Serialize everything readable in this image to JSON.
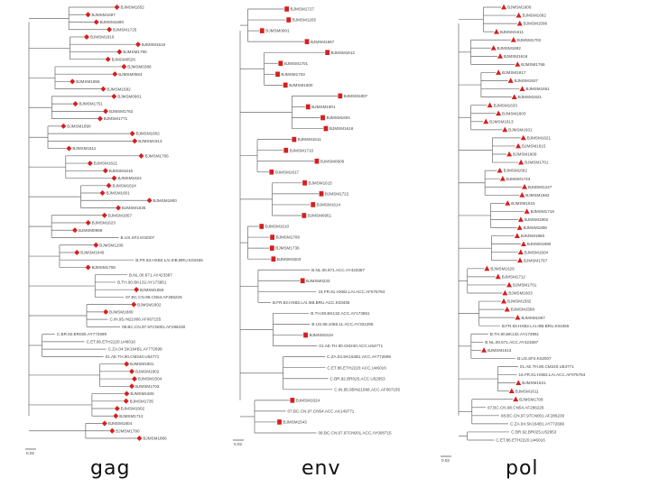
{
  "colors": {
    "branch": "#6a6a6a",
    "marker": "#d61f1f",
    "label": "#444444"
  },
  "marker_shapes": {
    "gag": "diamond",
    "env": "square",
    "pol": "triangle"
  },
  "panels": [
    {
      "id": "gag",
      "title": "gag",
      "scale_label": "0.02",
      "labels": [
        "BJMSM1652",
        "BJMSM1597",
        "BJMSM1690",
        "BJMSM1725",
        "BJMSM1810",
        "BJMSM1615",
        "BJMSM1790",
        "BJMSM0526",
        "BJMSM0386",
        "BJMSM0554",
        "BJMSM1856",
        "BJMSM1582",
        "BJMSM0901",
        "BJMSM1751",
        "BJMSM1762",
        "BJMSM1771",
        "BJMSM1890",
        "BJMSM1602",
        "BJMSM1613",
        "BJMSM1611",
        "BJMSM1766",
        "BJMSM1621",
        "BJMSM1616",
        "BJMSM1622",
        "BJMSM1624",
        "BJMSM1601",
        "BJMSM1900",
        "BJMSM1836",
        "BJMSM1857",
        "BJMSM1623",
        "BJMSM0996",
        "B.US.SF2.K02007",
        "BJMSM1206",
        "BJMSM1646",
        "B.FR.83.HXB2.LAI.IIIB.BRU.K03455",
        "BJMSM1708",
        "B.NL.00.671.AY423387",
        "B.TH.90.BK132.AY173951",
        "BJMSM1656",
        "07.BC.CN.98.CN54.AF286226",
        "BJMSM1802",
        "BJMSM1880",
        "C.IN.95.IN21068.AF067155",
        "08.BC.CN.97.97CN001.AF286230",
        "C.BR.92.BR025.AY772699",
        "C.ET.86.ETH2220.U46016",
        "C.ZA.04.SK164B1.AY772699",
        "01.AE.TH.90.CM240.U54771",
        "BJMSM1801",
        "BJMSM1802",
        "BJMSM1504",
        "BJMSM1703",
        "BJMSM1605",
        "BJMSM1735",
        "BJMSM1802",
        "BJMSM1712",
        "BJMSM1804",
        "BJMSM1790",
        "BJMSM1886"
      ]
    },
    {
      "id": "env",
      "title": "env",
      "scale_label": "0.02",
      "labels": [
        "BJMSM1727",
        "BJMSM1205",
        "BJMSM0901",
        "BJMSM1667",
        "BJMSM1612",
        "BJMSM1701",
        "BJMSM1703",
        "BJMSM1600",
        "BJMSM1807",
        "BJMSM1801",
        "BJMSM1604",
        "BJMSM1618",
        "BJMSM1611",
        "BJMSM1710",
        "BJMSM0906",
        "BJMSM1617",
        "BJMSM1615",
        "BJMSM1722",
        "BJMSM1614",
        "BJMSM0951",
        "BJMSM1610",
        "BJMSM1708",
        "BJMSM1736",
        "BJMSM1503",
        "B.NL.00.671.ACC.AY423387",
        "BJMSM0233",
        "15.FR.81.HXB2.LAI.ACC.AF075784",
        "B.FR.83.HXB2.LAI.IIIB.BRU.ACC.K03455",
        "B.TH.90.BK132.ACC.AY173951",
        "B.US.98.1058.11.ACC.AY331295",
        "BJMSM1519",
        "01.AE.TH.90.CM240.ACC.U54771",
        "C.ZA.04.SK164B1.ACC.AY772699",
        "C.ET.86.ETH2220.ACC.U46016",
        "C.BR.92.BR025.ACC.U52953",
        "C.IN.95.95IN21068.ACC.AF067155",
        "BJMSM1624",
        "07.BC.CN.97.CN54.ACC.AX149771",
        "BJMSM1543",
        "08.BC.CN.97.97CN001.ACC.AY008715"
      ]
    },
    {
      "id": "pol",
      "title": "pol",
      "scale_label": "0.02",
      "labels": [
        "BJMSM1806",
        "BJMSM1682",
        "BJMSM1586",
        "BJMSM1611",
        "BJMSM1702",
        "BJMSM1882",
        "BJMSM1616",
        "BJMSM1766",
        "BJMSM1817",
        "BJMSM1927",
        "BJMSM1651",
        "BJMSM1621",
        "BJMSM1633",
        "BJMSM1803",
        "BJMSM1813",
        "BJMSM1601",
        "BJMSM1621",
        "BJMSM1615",
        "BJMSM1809",
        "BJMSM1701",
        "BJMSM1662",
        "BJMSM1733",
        "BJMSM1247",
        "BJMSM1662",
        "BJMSM1615",
        "BJMSM1719",
        "BJMSM1902",
        "BJMSM1808",
        "BJMSM1860",
        "BJMSM1890",
        "BJMSM1604",
        "BJMSM1767",
        "BJMSM1629",
        "BJMSM1712",
        "BJMSM1701",
        "BJMSM1603",
        "BJMSM1582",
        "BJMSM1588",
        "BJMSM1597",
        "B.FR.83.HXB2.LAI.IIIB.BRU.K03455",
        "B.TH.90.BK132.AY173951",
        "B.NL.00.671.ACC.AY423387",
        "BJMSM1613",
        "B.US.SF2.K02007",
        "01.AE.TH.90.CM240.U54771",
        "15.FR.81.HXB2.LAI.ACC.AF075784",
        "BJMSM1621",
        "BJMSM1611",
        "BJMSM1708",
        "07.BC.CN.98.CN54.AF286226",
        "08.BC.CN.97.97CN001.AF286230",
        "C.ZA.04.SK164B1.AY772699",
        "C.BR.92.BR025.U52953",
        "C.ET.86.ETH2220.U46016"
      ]
    }
  ]
}
